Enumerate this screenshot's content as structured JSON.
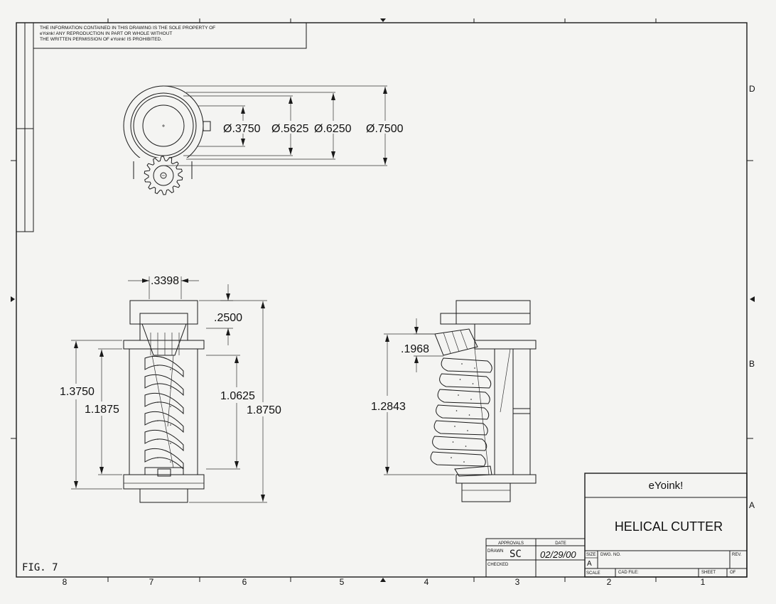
{
  "notice": {
    "line1": "THE INFORMATION CONTAINED IN THIS DRAWING IS THE SOLE PROPERTY OF",
    "line2": "eYoink! ANY REPRODUCTION IN PART OR WHOLE WITHOUT",
    "line3": "THE WRITTEN PERMISSION OF eYoink! IS PROHIBITED."
  },
  "zones": {
    "columns": [
      "8",
      "7",
      "6",
      "5",
      "4",
      "3",
      "2",
      "1"
    ],
    "rows": [
      "D",
      "B",
      "A"
    ]
  },
  "top_view": {
    "dims": [
      "Ø.3750",
      "Ø.5625",
      "Ø.6250",
      "Ø.7500"
    ]
  },
  "front_view": {
    "dims": [
      ".3398",
      ".2500",
      "1.3750",
      "1.1875",
      "1.0625",
      "1.8750"
    ]
  },
  "side_view": {
    "dims": [
      ".1968",
      "1.2843"
    ]
  },
  "figure_label": "FIG. 7",
  "title_block": {
    "company": "eYoink!",
    "title": "HELICAL CUTTER",
    "approvals_label": "APPROVALS",
    "date_label": "DATE",
    "drawn_label": "DRAWN",
    "drawn_by": "SC",
    "drawn_date": "02/29/00",
    "checked_label": "CHECKED",
    "size_label": "SIZE",
    "size_value": "A",
    "dwg_no_label": "DWG. NO.",
    "rev_label": "REV.",
    "scale_label": "SCALE",
    "cad_file_label": "CAD FILE:",
    "sheet_label": "SHEET",
    "of_label": "OF"
  }
}
